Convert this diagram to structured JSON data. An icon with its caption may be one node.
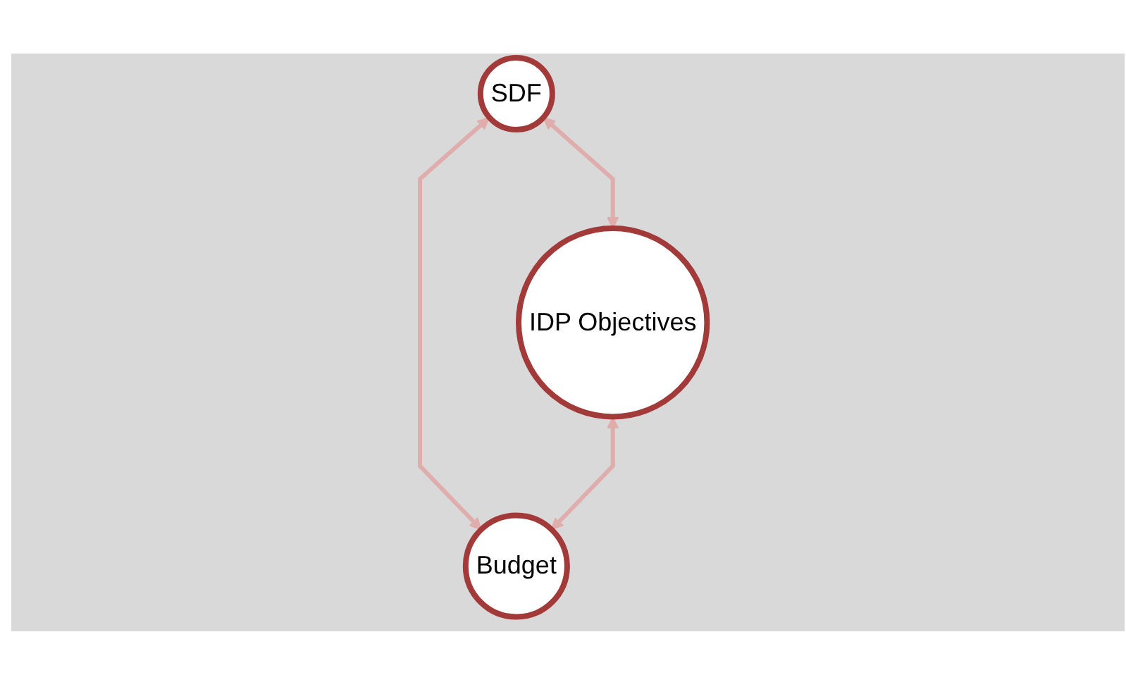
{
  "diagram": {
    "nodes": [
      {
        "text": [
          "SDF"
        ]
      },
      {
        "text": [
          "IDP Objectives"
        ]
      },
      {
        "text": [
          "Budget"
        ]
      }
    ],
    "edges": [
      {
        "from": 0,
        "to": 1,
        "arrow": "both"
      },
      {
        "from": 0,
        "to": 2,
        "arrow": "both"
      },
      {
        "from": 1,
        "to": 2,
        "arrow": "both"
      }
    ]
  }
}
